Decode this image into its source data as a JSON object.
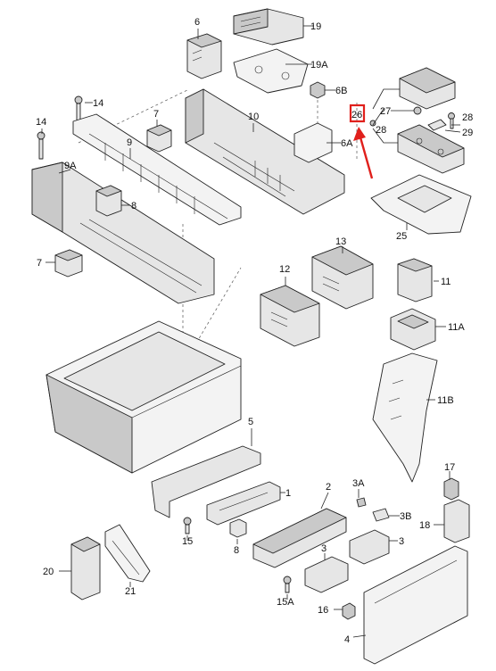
{
  "callouts": {
    "p1": "1",
    "p2": "2",
    "p3a": "3",
    "p3b": "3",
    "p3A": "3A",
    "p3B": "3B",
    "p4": "4",
    "p5": "5",
    "p6": "6",
    "p6A": "6A",
    "p6B": "6B",
    "p7a": "7",
    "p7b": "7",
    "p8a": "8",
    "p8b": "8",
    "p9": "9",
    "p9A": "9A",
    "p10": "10",
    "p11": "11",
    "p11A": "11A",
    "p11B": "11B",
    "p12": "12",
    "p13": "13",
    "p14a": "14",
    "p14b": "14",
    "p15": "15",
    "p15A": "15A",
    "p16": "16",
    "p17": "17",
    "p18": "18",
    "p19": "19",
    "p19A": "19A",
    "p20": "20",
    "p21": "21",
    "p25": "25",
    "p26": "26",
    "p27": "27",
    "p28a": "28",
    "p28b": "28",
    "p29": "29"
  },
  "highlight": {
    "color": "#e0201c",
    "target": "26"
  }
}
